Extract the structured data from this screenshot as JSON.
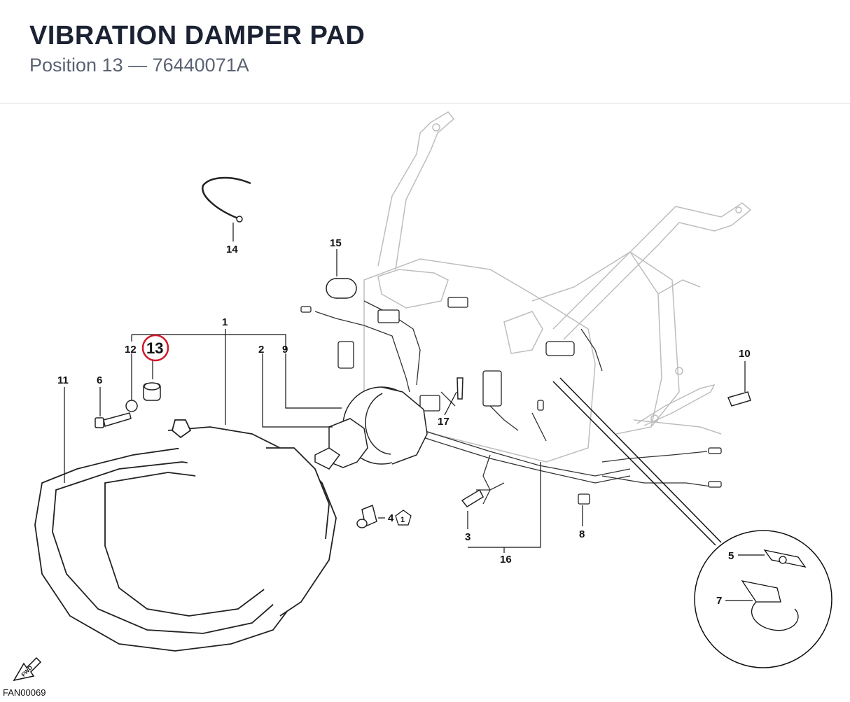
{
  "header": {
    "title": "VIBRATION DAMPER PAD",
    "subtitle": "Position 13 — 76440071A"
  },
  "callouts": {
    "c1": "1",
    "c2": "2",
    "c3": "3",
    "c4": "4",
    "c5": "5",
    "c6": "6",
    "c7": "7",
    "c8": "8",
    "c9": "9",
    "c10": "10",
    "c11": "11",
    "c12": "12",
    "c13": "13",
    "c14": "14",
    "c15": "15",
    "c16": "16",
    "c17": "17",
    "c4_ref": "1"
  },
  "fwd_label": "FWD",
  "footer": {
    "code": "FAN00069"
  },
  "colors": {
    "highlight": "#d0192b",
    "title": "#1b2233",
    "subtitle": "#5a6272"
  }
}
